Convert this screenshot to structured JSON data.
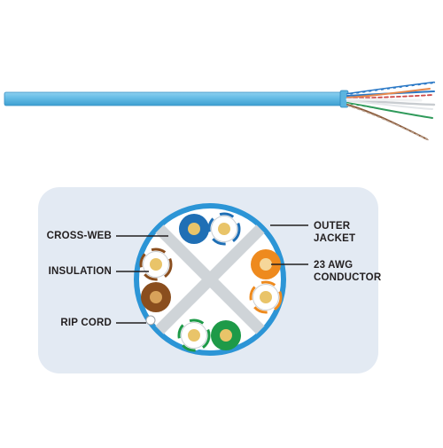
{
  "labels": {
    "cross_web": "CROSS-WEB",
    "insulation": "INSULATION",
    "rip_cord": "RIP CORD",
    "outer_jacket_line1": "OUTER",
    "outer_jacket_line2": "JACKET",
    "conductor_line1": "23 AWG",
    "conductor_line2": "CONDUCTOR"
  },
  "colors": {
    "jacket": "#5fb8e2",
    "jacket_ring": "#2c95d6",
    "panel": "#e3eaf3",
    "cross_web": "#cfd4d8",
    "pair_blue": "#1f6fb5",
    "pair_orange": "#ee8a1e",
    "pair_brown": "#8a4e1e",
    "pair_green": "#1e9a48",
    "copper": "#e9c469",
    "label_text": "#231f20"
  }
}
